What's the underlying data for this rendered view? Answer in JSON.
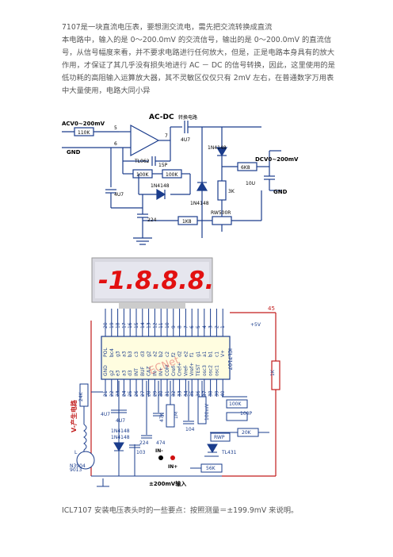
{
  "document": {
    "title": "7107是一块直流电压表，要想测交流电，需先把交流转换成直流",
    "paragraph": "本电路中，输入的是 0～200.0mV 的交流信号，输出的是 0～200.0mV 的直流信号，从信号幅度来看，并不要求电路进行任何放大，但是，正是电路本身具有的放大作用，才保证了其几乎没有损失地进行 AC － DC 的信号转换，因此，这里使用的是低功耗的高阻输入运算放大器，其不灵敏区仅仅只有 2mV 左右，在普通数字万用表中大量使用，电路大同小异",
    "caption": "ICL7107 安装电压表头时的一些要点：按照测量＝±199.9mV 来说明。"
  },
  "schematic1": {
    "input_label": "ACV0~200mV",
    "title": "AC-DC",
    "title_cn": "转换电路",
    "gnd": "GND",
    "out_label": "DCV0~200mV",
    "out_gnd": "GND",
    "r_in": "110K",
    "pin5": "5",
    "pin6": "6",
    "pin7": "7",
    "opamp": "TL062",
    "c_feedback": "15P",
    "r1": "100K",
    "r2": "100K",
    "diode_fb": "1N4148",
    "cap_left": "4U7",
    "cap_out": "4U7",
    "diode_top": "1N4148",
    "diode_mid": "1N4148",
    "r_out": "6K8",
    "c_out": "10U",
    "r_3k": "3K",
    "c_224": "224",
    "r_1k8": "1K8",
    "pot": "RW500R"
  },
  "schematic2": {
    "display": "-1.8.8.8.",
    "chip": "ICL7107",
    "vplus": "+5V",
    "v45": "45",
    "r_1k": "1K",
    "pins_top": [
      "20",
      "19",
      "18",
      "17",
      "16",
      "15",
      "14",
      "13",
      "12",
      "11",
      "10",
      "9",
      "8",
      "7",
      "6",
      "5",
      "4",
      "3",
      "2",
      "1"
    ],
    "pins_bottom": [
      "21",
      "22",
      "23",
      "24",
      "25",
      "26",
      "27",
      "28",
      "29",
      "30",
      "31",
      "32",
      "33",
      "34",
      "35",
      "36",
      "37",
      "38",
      "39",
      "40"
    ],
    "names_top": [
      "POL",
      "bc4",
      "g3",
      "a3",
      "b3",
      "c3",
      "d3",
      "g2",
      "a2",
      "b2",
      "c2",
      "f2",
      "d2",
      "e2",
      "f1",
      "g1",
      "a1",
      "b1",
      "c1",
      "V+"
    ],
    "names_bottom": [
      "GND",
      "g2",
      "e3",
      "a3",
      "d3",
      "INT",
      "BUF",
      "CAZ",
      "IN-",
      "IN+",
      "COM",
      "Cref-",
      "Cref+",
      "Vref-",
      "Vref+",
      "TEST",
      "osc3",
      "osc2",
      "osc1",
      ""
    ],
    "watermark": "ECNet",
    "v_gen": "V-产生电路",
    "r_24k": "24K",
    "c_4u7": "4U7",
    "c_4u7b": "4U7",
    "d1": "1N4148",
    "d2": "1N4148",
    "c_224": "224",
    "c_474": "474",
    "c_103": "103",
    "r_47k": "47K",
    "r_1m": "1M",
    "c_104": "104",
    "r_100k": "100K",
    "c_100p": "100P",
    "vref": "100mV",
    "pot": "RWP",
    "r_20k": "20K",
    "r_56k": "56K",
    "tl431": "TL431",
    "transistor": "9013",
    "inductor": "L",
    "transistor2": "N3904",
    "in_minus": "IN-",
    "in_plus": "IN+",
    "input_label": "±200mV输入"
  }
}
